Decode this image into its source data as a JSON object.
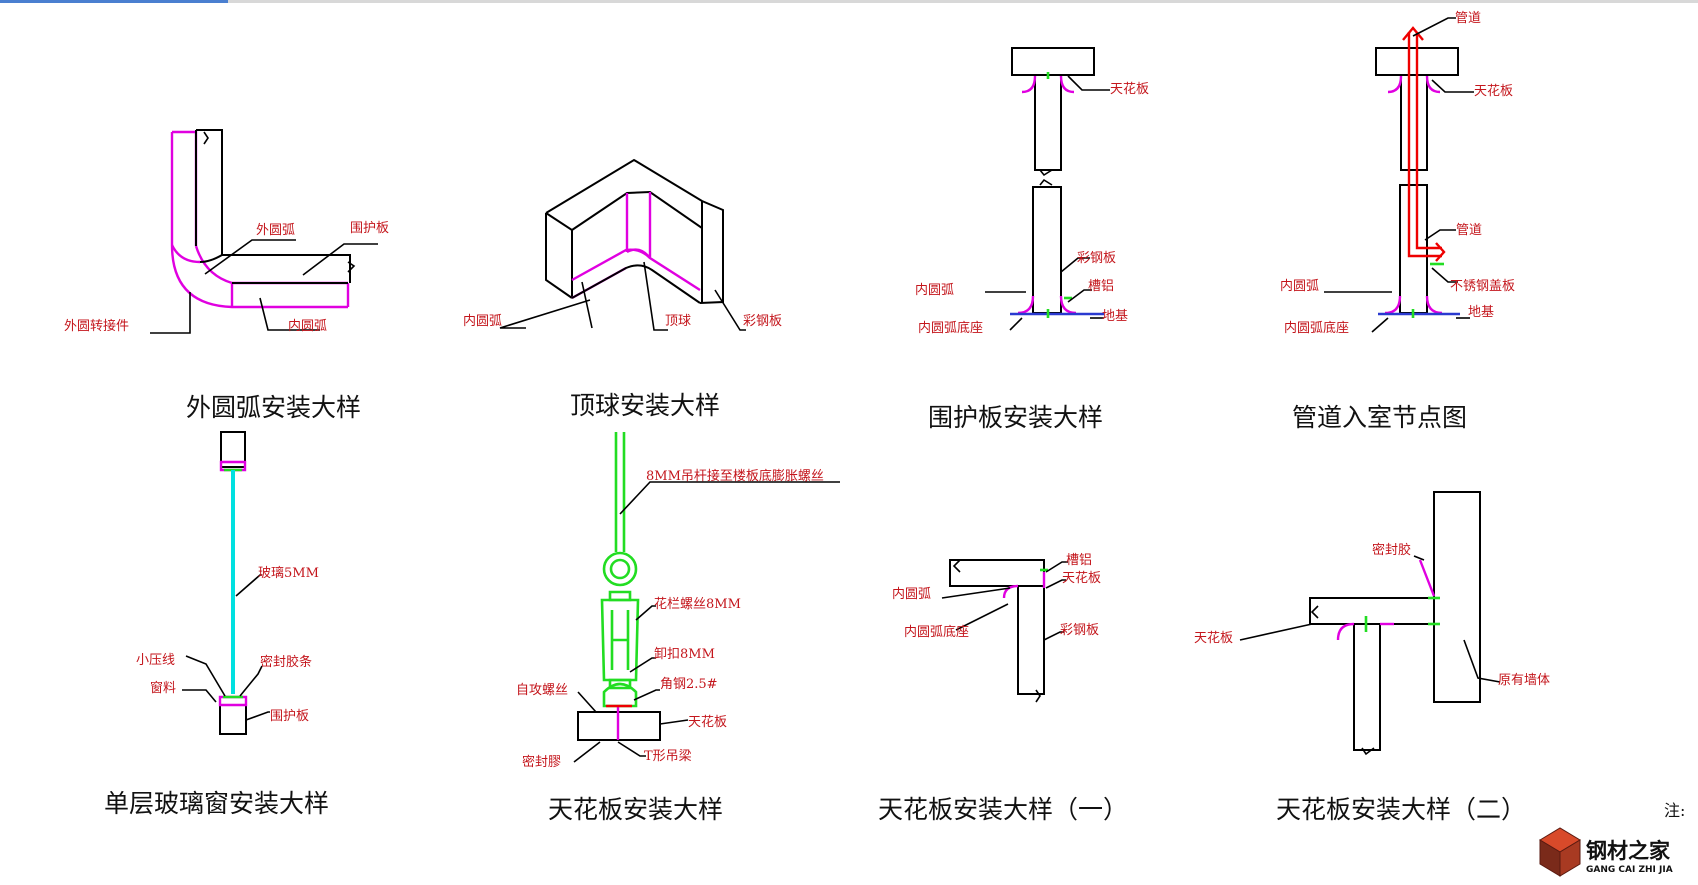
{
  "panels": {
    "outer_arc": {
      "title": "外圆弧安装大样",
      "labels": {
        "outer_arc": "外圆弧",
        "enclosure_panel": "围护板",
        "outer_arc_connector": "外圆转接件",
        "inner_arc": "内圆弧"
      }
    },
    "top_ball": {
      "title": "顶球安装大样",
      "labels": {
        "inner_arc": "内圆弧",
        "top_ball": "顶球",
        "color_steel_panel": "彩钢板"
      }
    },
    "enclosure": {
      "title": "围护板安装大样",
      "labels": {
        "ceiling_panel": "天花板",
        "color_steel_panel": "彩钢板",
        "inner_arc": "内圆弧",
        "channel_aluminum": "槽铝",
        "foundation": "地基",
        "inner_arc_base": "内圆弧底座"
      }
    },
    "pipe_entry": {
      "title": "管道入室节点图",
      "labels": {
        "pipe_top": "管道",
        "ceiling_panel": "天花板",
        "pipe": "管道",
        "inner_arc": "内圆弧",
        "stainless_cover": "不锈钢盖板",
        "foundation": "地基",
        "inner_arc_base": "内圆弧底座"
      }
    },
    "glass_window": {
      "title": "单层玻璃窗安装大样",
      "labels": {
        "glass": "玻璃5MM",
        "bead_line": "小压线",
        "sealing_strip": "密封胶条",
        "window_frame": "窗料",
        "enclosure_panel": "围护板"
      }
    },
    "ceiling_hang": {
      "title": "天花板安装大样",
      "labels": {
        "rod": "8MM吊杆接至楼板底膨胀螺丝",
        "turnbuckle": "花栏螺丝8MM",
        "shackle": "卸扣8MM",
        "angle_steel": "角钢2.5#",
        "self_tap_screw": "自攻螺丝",
        "ceiling_panel": "天花板",
        "sealant": "密封膠",
        "t_beam": "T形吊梁"
      }
    },
    "ceiling_one": {
      "title": "天花板安装大样（一）",
      "labels": {
        "channel_aluminum": "槽铝",
        "ceiling_panel": "天花板",
        "inner_arc": "内圆弧",
        "inner_arc_base": "内圆弧底座",
        "color_steel_panel": "彩钢板"
      }
    },
    "ceiling_two": {
      "title": "天花板安装大样（二）",
      "labels": {
        "sealant": "密封胶",
        "ceiling_panel": "天花板",
        "existing_wall": "原有墙体"
      }
    }
  },
  "note": "注:",
  "logo": {
    "cn": "钢材之家",
    "en": "GANG CAI ZHI JIA"
  },
  "colors": {
    "outline": "#000000",
    "arc_profile": "#e000e0",
    "sealant_green": "#22dd22",
    "glass": "#00e0e0",
    "pipe": "#ee0000",
    "foundation_line": "#2a3ad0",
    "label_red": "#c4161c",
    "top_accent": "#4a7fd0"
  }
}
